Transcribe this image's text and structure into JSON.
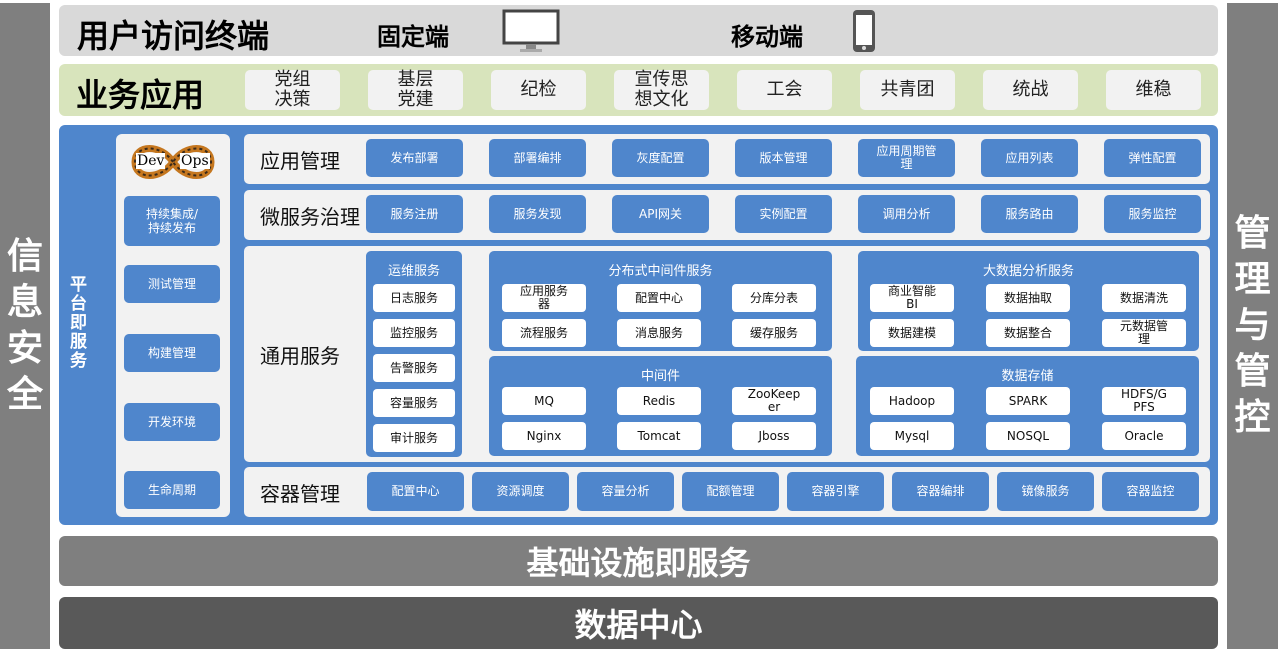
{
  "left_label": "信息安全",
  "right_label": "管理与管控",
  "terminal": {
    "title": "用户访问终端",
    "fixed": "固定端",
    "mobile": "移动端"
  },
  "business": {
    "title": "业务应用",
    "items": [
      "党组\n决策",
      "基层\n党建",
      "纪检",
      "宣传思\n想文化",
      "工会",
      "共青团",
      "统战",
      "维稳"
    ]
  },
  "paas": {
    "title": "平台即服务",
    "devops": {
      "left": "Dev",
      "right": "Ops"
    },
    "tools": [
      "持续集成/\n持续发布",
      "测试管理",
      "构建管理",
      "开发环境",
      "生命周期"
    ]
  },
  "app_mgmt": {
    "label": "应用管理",
    "items": [
      "发布部署",
      "部署编排",
      "灰度配置",
      "版本管理",
      "应用周期管\n理",
      "应用列表",
      "弹性配置"
    ]
  },
  "microservice": {
    "label": "微服务治理",
    "items": [
      "服务注册",
      "服务发现",
      "API网关",
      "实例配置",
      "调用分析",
      "服务路由",
      "服务监控"
    ]
  },
  "common": {
    "label": "通用服务",
    "ops": {
      "title": "运维服务",
      "items": [
        "日志服务",
        "监控服务",
        "告警服务",
        "容量服务",
        "审计服务"
      ]
    },
    "distributed": {
      "title": "分布式中间件服务",
      "items": [
        "应用服务\n器",
        "配置中心",
        "分库分表",
        "流程服务",
        "消息服务",
        "缓存服务"
      ]
    },
    "middleware": {
      "title": "中间件",
      "items": [
        "MQ",
        "Redis",
        "ZooKeep\ner",
        "Nginx",
        "Tomcat",
        "Jboss"
      ]
    },
    "bigdata": {
      "title": "大数据分析服务",
      "items": [
        "商业智能\nBI",
        "数据抽取",
        "数据清洗",
        "数据建模",
        "数据整合",
        "元数据管\n理"
      ]
    },
    "storage": {
      "title": "数据存储",
      "items": [
        "Hadoop",
        "SPARK",
        "HDFS/G\nPFS",
        "Mysql",
        "NOSQL",
        "Oracle"
      ]
    }
  },
  "container": {
    "label": "容器管理",
    "items": [
      "配置中心",
      "资源调度",
      "容量分析",
      "配额管理",
      "容器引擎",
      "容器编排",
      "镜像服务",
      "容器监控"
    ]
  },
  "iaas": "基础设施即服务",
  "datacenter": "数据中心",
  "colors": {
    "blue": "#4f86cc",
    "green": "#d8e4bc",
    "gray": "#7f7f7f",
    "dark": "#595959"
  }
}
